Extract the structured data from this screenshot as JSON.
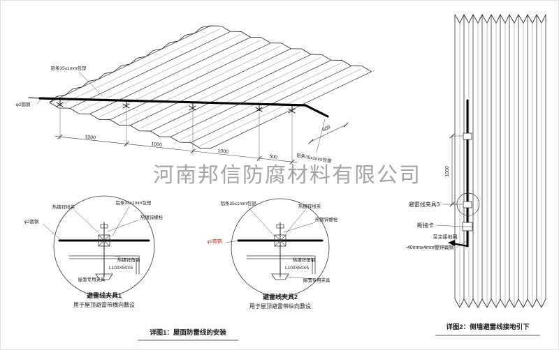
{
  "watermark": "河南邦信防腐材料有限公司",
  "roof": {
    "strip_label_top": "铝条35x1mm包塑",
    "strip_label_right": "铝条35x1mm包塑",
    "rod_label": "φ2圆钢",
    "dim_1": "1000",
    "dim_2": "1000",
    "dim_3": "1000",
    "dim_4": "500",
    "dim_5": "500"
  },
  "detail1": {
    "clamp_label": "热镀锌线夹",
    "strip_label": "铝条35x1mm包塑",
    "bolt_label": "热镀锌螺栓",
    "rod_label": "φ2圆钢",
    "angle_label": "热镀锌角钢",
    "angle_size": "L100X50X5",
    "fixture_label": "屋面专用夹具",
    "title": "避雷线夹具1",
    "subtitle": "用于屋顶避雷带横向敷设"
  },
  "detail2": {
    "clamp_label": "热镀锌线夹",
    "strip_label": "铝条35x1mm包塑",
    "bolt_label": "热镀锌螺栓",
    "rod_label": "φ2圆钢",
    "angle_label": "热镀锌角钢",
    "angle_size": "L100X50X5",
    "fixture_label": "屋面专用夹具",
    "title": "避雷线夹具2",
    "subtitle": "用于屋顶避雷带纵向敷设"
  },
  "wall": {
    "dim": "1000",
    "clamp_label": "避雷线夹具3",
    "disconnect_label": "断接卡",
    "ground_label": "至主接地网",
    "flat_steel_label": "-40mmx4mm镀锌扁钢"
  },
  "captions": {
    "detail1": "详图1：屋面防雷线的安装",
    "detail2": "详图2：侧墙避雷线接地引下"
  },
  "colors": {
    "accent_red": "#cc2222",
    "line": "#333333",
    "watermark_gray": "#8e8e8e"
  }
}
